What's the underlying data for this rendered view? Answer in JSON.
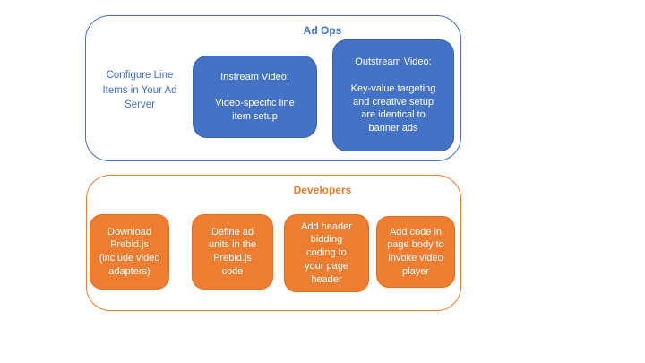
{
  "colors": {
    "blue_fill": "#4472C4",
    "blue_border": "#3A62AC",
    "orange_fill": "#ED7D31",
    "orange_border": "#E06F20",
    "text_on_fill": "#FFFFFF",
    "background": "#FFFFFF"
  },
  "ad_ops": {
    "title": "Ad Ops",
    "side_note": "Configure Line\nItems in Your Ad\nServer",
    "boxes": [
      {
        "label": "Instream Video:\n\nVideo-specific line\nitem setup"
      },
      {
        "label": "Outstream Video:\n\nKey-value targeting\nand creative setup\nare identical to\nbanner ads"
      }
    ]
  },
  "developers": {
    "title": "Developers",
    "boxes": [
      {
        "label": "Download\nPrebid.js\n(include video\nadapters)"
      },
      {
        "label": "Define ad\nunits in the\nPrebid.js\ncode"
      },
      {
        "label": "Add header\nbidding\ncoding to\nyour page\nheader"
      },
      {
        "label": "Add code in\npage body to\ninvoke video\nplayer"
      }
    ]
  }
}
